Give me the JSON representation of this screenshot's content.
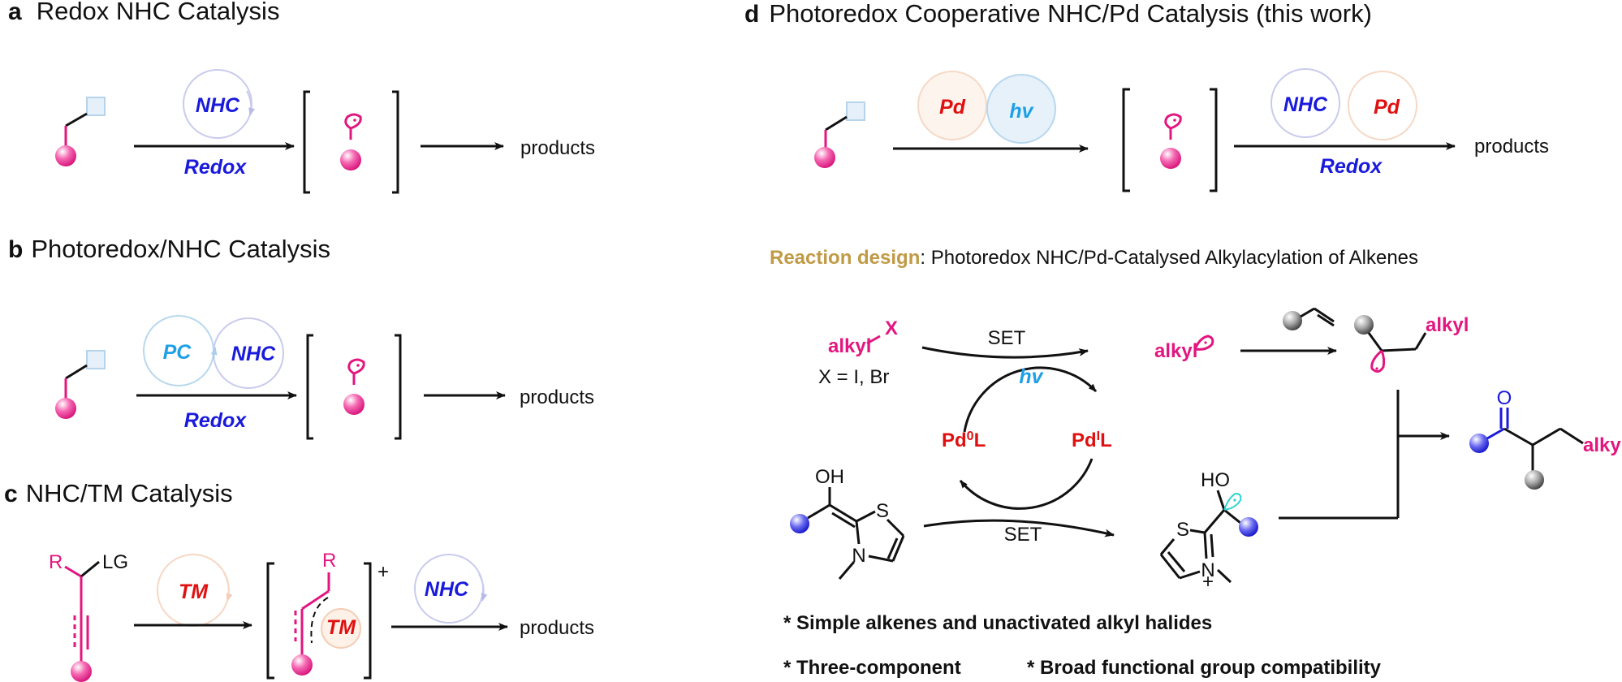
{
  "panels": {
    "a": {
      "letter": "a",
      "title": "Redox NHC Catalysis",
      "catalyst": "NHC",
      "below_arrow": "Redox",
      "product": "products"
    },
    "b": {
      "letter": "b",
      "title": "Photoredox/NHC Catalysis",
      "catalyst_1": "PC",
      "catalyst_2": "NHC",
      "below_arrow": "Redox",
      "product": "products"
    },
    "c": {
      "letter": "c",
      "title": "NHC/TM Catalysis",
      "substituent_r": "R",
      "leaving_group": "LG",
      "catalyst_1": "TM",
      "intermediate_r": "R",
      "intermediate_metal": "TM",
      "charge": "+",
      "catalyst_2": "NHC",
      "product": "products"
    },
    "d": {
      "letter": "d",
      "title": "Photoredox Cooperative NHC/Pd Catalysis (this work)",
      "catalyst_1": "Pd",
      "catalyst_2": "hv",
      "catalyst_3": "NHC",
      "catalyst_4": "Pd",
      "below_arrow": "Redox",
      "product": "products"
    }
  },
  "design": {
    "label": "Reaction design",
    "subtitle": ": Photoredox NHC/Pd-Catalysed Alkylacylation of Alkenes",
    "alkyl_halide": "alkyl",
    "halide_x": "X",
    "x_definition": "X = I, Br",
    "set_top": "SET",
    "set_bottom": "SET",
    "light": "hv",
    "pd0": "Pd",
    "pd0_sup": "0",
    "pd0_l": "L",
    "pd1": "Pd",
    "pd1_sup": "I",
    "pd1_l": "L",
    "alkyl_radical": "alkyl",
    "adduct_alkyl": "alkyl",
    "product_o": "O",
    "product_alkyl": "alkyl",
    "enol_oh": "OH",
    "enol_s": "S",
    "enol_n": "N",
    "ketyl_ho": "HO",
    "ketyl_s": "S",
    "ketyl_n": "N",
    "ketyl_charge": "+"
  },
  "features": [
    "* Simple alkenes and unactivated alkyl halides",
    "* Three-component",
    "* Broad functional group compatibility"
  ],
  "colors": {
    "substrate_pink": "#e3157f",
    "nhc_blue": "#1a1adc",
    "pc_cyan": "#1ea0e6",
    "metal_red": "#e01010",
    "design_gold": "#c09a45",
    "nhc_ring": "#c9cbee",
    "pc_ring": "#b8d8ee",
    "pd_ring": "#f6d8c6",
    "hv_fill": "#e6f1fa",
    "pd_fill": "#fdf3ec"
  }
}
